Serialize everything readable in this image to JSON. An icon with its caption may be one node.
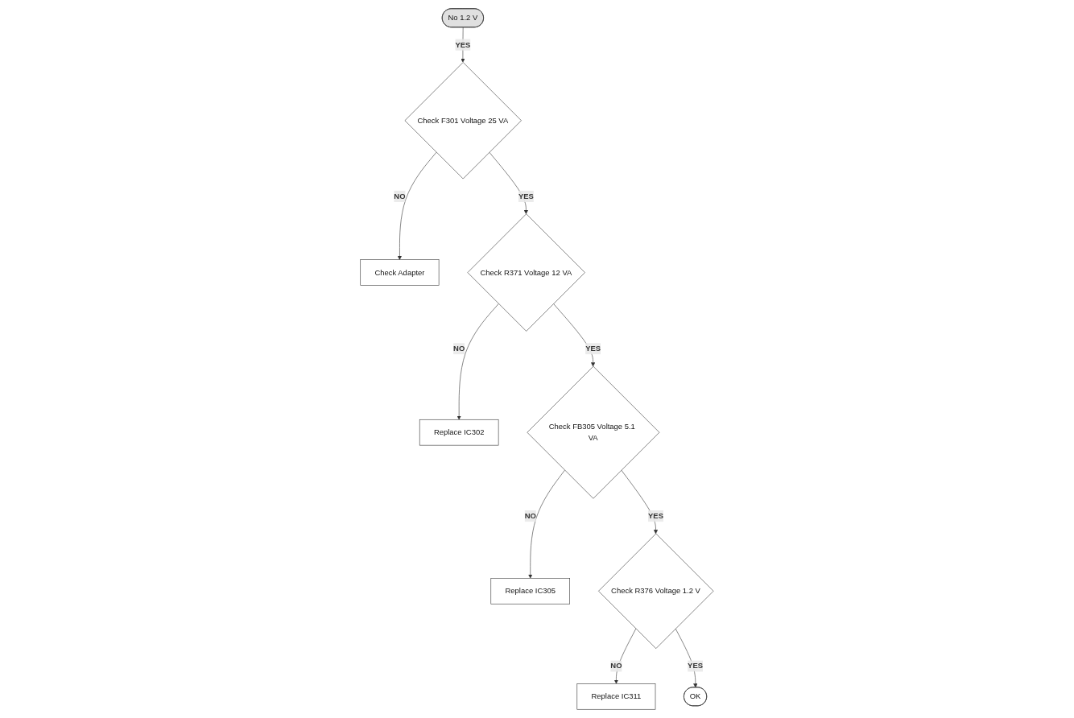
{
  "diagram": {
    "nodes": [
      {
        "text": [
          "No 1.2 V"
        ]
      },
      {
        "text": [
          "Check F301 Voltage 25 VA"
        ]
      },
      {
        "text": [
          "Check Adapter"
        ]
      },
      {
        "text": [
          "Check R371 Voltage 12 VA"
        ]
      },
      {
        "text": [
          "Replace IC302"
        ]
      },
      {
        "text": [
          "Check FB305 Voltage 5.1 VA"
        ]
      },
      {
        "text": [
          "Replace IC305"
        ]
      },
      {
        "text": [
          "Check R376 Voltage 1.2 V"
        ]
      },
      {
        "text": [
          "Replace IC311"
        ]
      },
      {
        "text": [
          "OK"
        ]
      }
    ],
    "edges": [
      {
        "from": 0,
        "to": 1,
        "arrow": "to",
        "label": "YES"
      },
      {
        "from": 1,
        "to": 2,
        "arrow": "to",
        "label": "NO"
      },
      {
        "from": 1,
        "to": 3,
        "arrow": "to",
        "label": "YES"
      },
      {
        "from": 3,
        "to": 4,
        "arrow": "to",
        "label": "NO"
      },
      {
        "from": 3,
        "to": 5,
        "arrow": "to",
        "label": "YES"
      },
      {
        "from": 5,
        "to": 6,
        "arrow": "to",
        "label": "NO"
      },
      {
        "from": 5,
        "to": 7,
        "arrow": "to",
        "label": "YES"
      },
      {
        "from": 7,
        "to": 8,
        "arrow": "to",
        "label": "NO"
      },
      {
        "from": 7,
        "to": 9,
        "arrow": "to",
        "label": "YES"
      }
    ]
  }
}
